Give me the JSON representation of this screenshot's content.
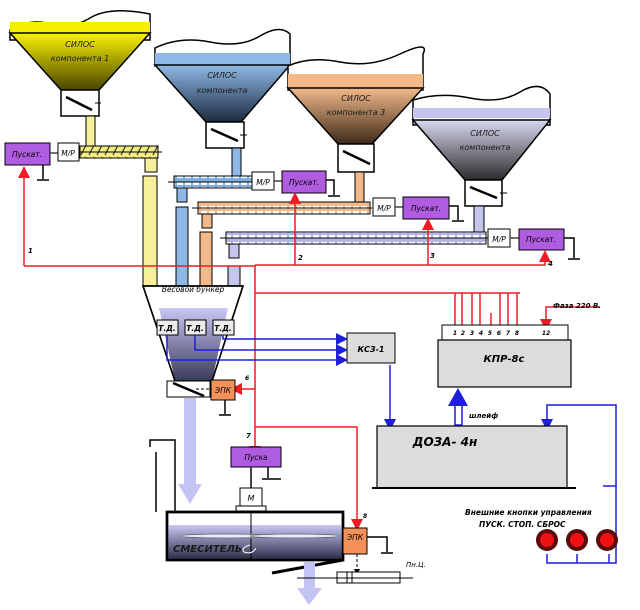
{
  "silos": [
    {
      "id": "silo-1",
      "line1": "СИЛОС",
      "line2": "компонента 1",
      "color": "#f5f000"
    },
    {
      "id": "silo-2",
      "line1": "СИЛОС",
      "line2": "компонента",
      "color": "#8fb8e6"
    },
    {
      "id": "silo-3",
      "line1": "СИЛОС",
      "line2": "компонента 3",
      "color": "#f2b98a"
    },
    {
      "id": "silo-4",
      "line1": "СИЛОС",
      "line2": "компонента",
      "color": "#c4c4ef"
    }
  ],
  "starters": [
    {
      "label": "Пускат.",
      "wire": "1"
    },
    {
      "label": "Пускат.",
      "wire": "2"
    },
    {
      "label": "Пускат.",
      "wire": "3"
    },
    {
      "label": "Пускат.",
      "wire": "4"
    }
  ],
  "motor_reducer_label": "М/Р",
  "weigh_bunker": {
    "label": "Весовой бункер",
    "sensor_label": "Т.Д."
  },
  "epk": {
    "label": "ЭПК",
    "wire_top": "6",
    "wire_bottom": "8"
  },
  "ksz": {
    "label": "КСЗ-1"
  },
  "kpr": {
    "label": "КПР-8с",
    "terminals": [
      "1",
      "2",
      "3",
      "4",
      "5",
      "6",
      "7",
      "8",
      "12"
    ],
    "phase_label": "Фаза 220 В."
  },
  "doza": {
    "label": "ДОЗА- 4н",
    "loop_label": "шлейф"
  },
  "mixer": {
    "label": "СМЕСИТЕЛЬ",
    "motor_label": "М",
    "starter_label": "Пуска",
    "starter_wire": "7"
  },
  "pneumo_cylinder_label": "Пн.Ц.",
  "external_buttons": {
    "title": "Внешние кнопки управления",
    "subtitle": "ПУСК. СТОП. СБРОС",
    "count": 3
  },
  "colors": {
    "signal": "#ee1c24",
    "control": "#1f1fd9",
    "starter": "#b05ce0",
    "valve": "#f4915a",
    "device": "#dcdcdc",
    "button": "#ee1111"
  }
}
